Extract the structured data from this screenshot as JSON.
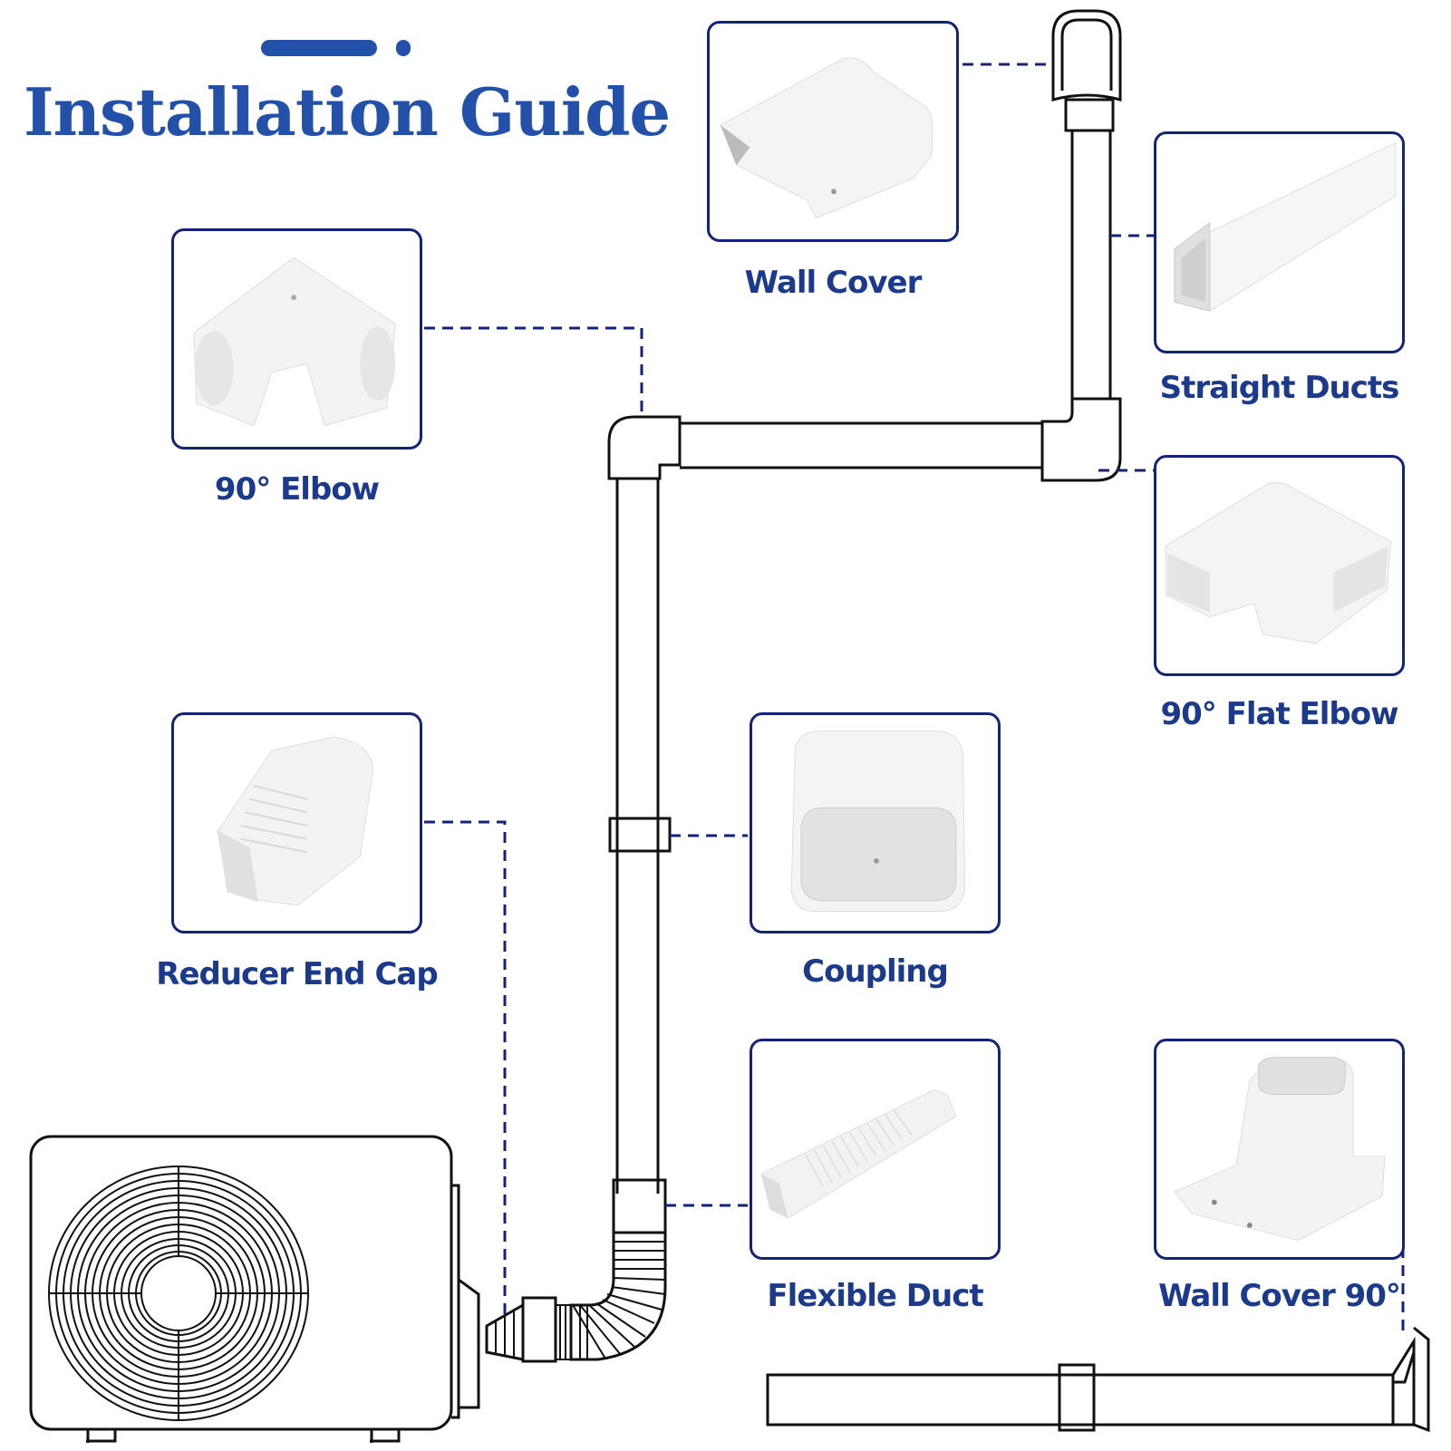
{
  "header": {
    "title": "Installation Guide"
  },
  "colors": {
    "title": "#2350a8",
    "label": "#1c3a8c",
    "card_border": "#14237a",
    "dashed_line": "#14237a",
    "drawing_line": "#111111"
  },
  "parts": [
    {
      "id": "wall-cover",
      "label": "Wall Cover"
    },
    {
      "id": "straight-ducts",
      "label": "Straight Ducts"
    },
    {
      "id": "elbow-90",
      "label": "90° Elbow"
    },
    {
      "id": "flat-elbow-90",
      "label": "90° Flat Elbow"
    },
    {
      "id": "reducer-end-cap",
      "label": "Reducer End Cap"
    },
    {
      "id": "coupling",
      "label": "Coupling"
    },
    {
      "id": "flexible-duct",
      "label": "Flexible Duct"
    },
    {
      "id": "wall-cover-90",
      "label": "Wall Cover 90°"
    }
  ]
}
